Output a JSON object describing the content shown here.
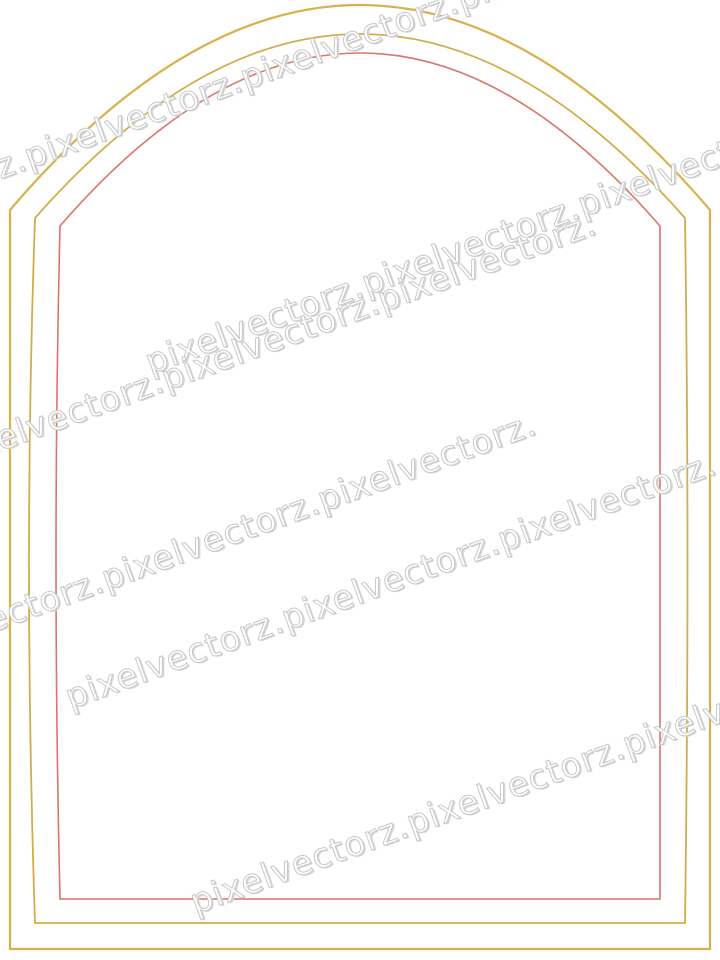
{
  "frame": {
    "outer_border_color": "#d9b04a",
    "middle_border_color": "#d2ad4e",
    "inner_border_color": "#d9756a",
    "background_color": "#ffffff"
  },
  "watermark": {
    "text": "pixelvectorz.pixelvectorz.pixelvectorz.",
    "lines": [
      "z.pixelvectorz.pixelvectorz.pix",
      "pixelvectorz.pixelvectorz.pixelvectorz.",
      "pixelvectorz.pixelvectorz.pixelvectorz.",
      "pixelvectorz.pixelvectorz.pixelvectorz.",
      "pixelvectorz.pixelvectorz.pixelvectorz.",
      "pixelvectorz.pixelvectorz.pixelvectorz."
    ]
  }
}
